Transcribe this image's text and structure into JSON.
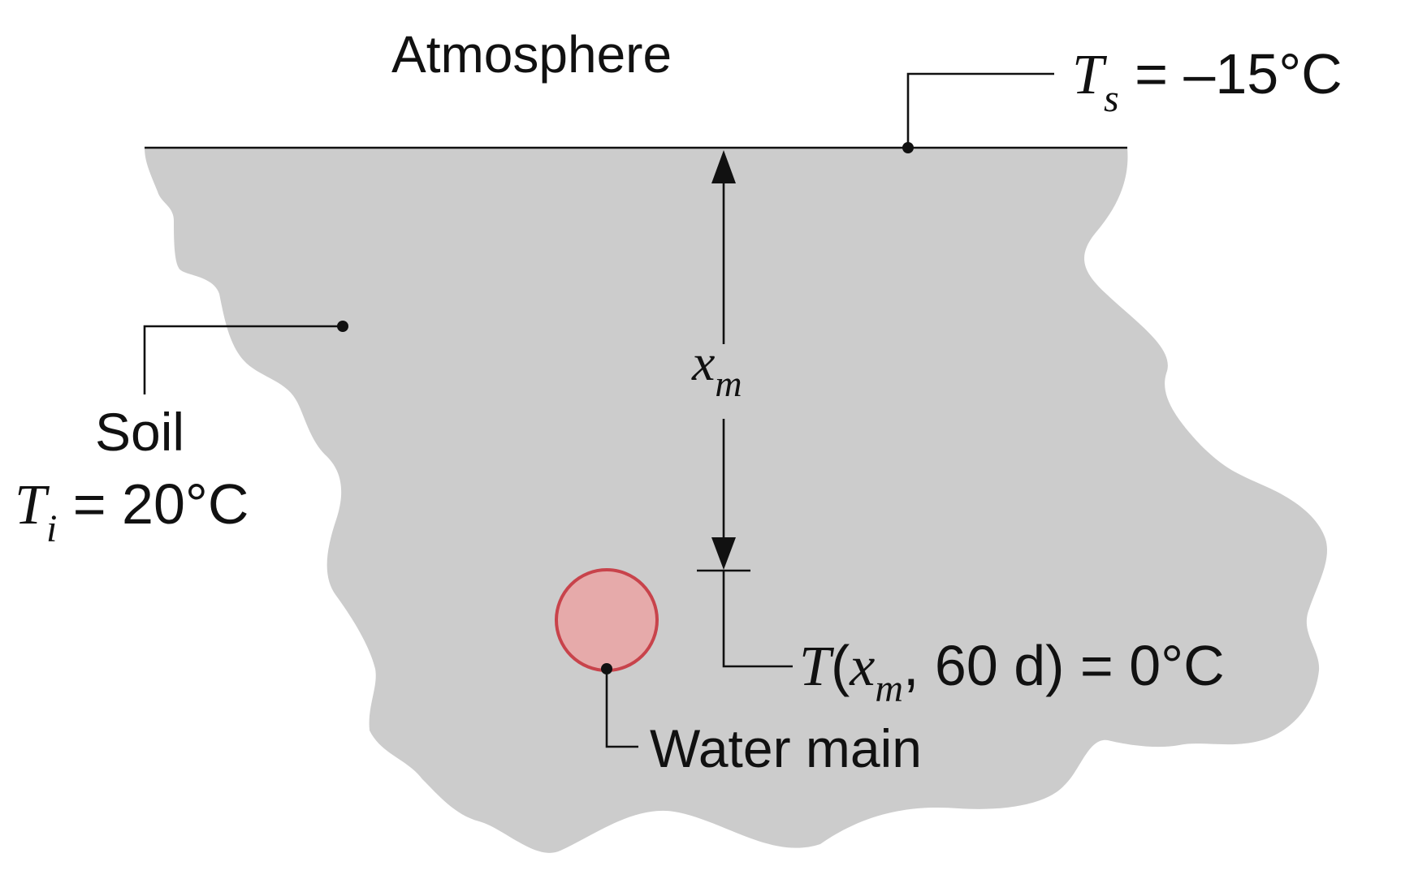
{
  "labels": {
    "atmosphere": "Atmosphere",
    "soil": "Soil",
    "water_main": "Water main"
  },
  "surface_temp": {
    "symbol": "T",
    "subscript": "s",
    "value": " = –15°C"
  },
  "initial_temp": {
    "symbol": "T",
    "subscript": "i",
    "value": " = 20°C"
  },
  "depth": {
    "symbol": "x",
    "subscript": "m"
  },
  "condition": {
    "symbol": "T",
    "open": "(",
    "x_symbol": "x",
    "x_subscript": "m",
    "rest": ", 60 d) = 0°C"
  },
  "colors": {
    "soil_fill": "#cccccc",
    "pipe_fill": "#e6aaaa",
    "pipe_stroke": "#c8434b",
    "line": "#111111"
  }
}
